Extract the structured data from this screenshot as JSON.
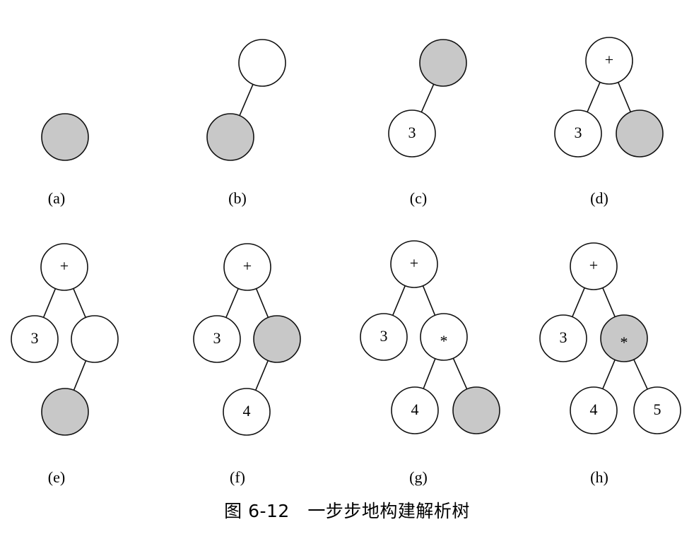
{
  "colors": {
    "filled": "#c8c8c8",
    "empty": "#ffffff",
    "stroke": "#111111"
  },
  "panels": [
    {
      "id": "a",
      "label": "(a)",
      "nodes": [
        {
          "id": "n1",
          "text": "",
          "filled": true
        }
      ],
      "edges": []
    },
    {
      "id": "b",
      "label": "(b)",
      "nodes": [
        {
          "id": "root",
          "text": "",
          "filled": false
        },
        {
          "id": "left",
          "text": "",
          "filled": true
        }
      ],
      "edges": [
        [
          "root",
          "left"
        ]
      ]
    },
    {
      "id": "c",
      "label": "(c)",
      "nodes": [
        {
          "id": "root",
          "text": "",
          "filled": true
        },
        {
          "id": "left",
          "text": "3",
          "filled": false
        }
      ],
      "edges": [
        [
          "root",
          "left"
        ]
      ]
    },
    {
      "id": "d",
      "label": "(d)",
      "nodes": [
        {
          "id": "root",
          "text": "+",
          "filled": false
        },
        {
          "id": "left",
          "text": "3",
          "filled": false
        },
        {
          "id": "right",
          "text": "",
          "filled": true
        }
      ],
      "edges": [
        [
          "root",
          "left"
        ],
        [
          "root",
          "right"
        ]
      ]
    },
    {
      "id": "e",
      "label": "(e)",
      "nodes": [
        {
          "id": "root",
          "text": "+",
          "filled": false
        },
        {
          "id": "left",
          "text": "3",
          "filled": false
        },
        {
          "id": "right",
          "text": "",
          "filled": false
        },
        {
          "id": "right-left",
          "text": "",
          "filled": true
        }
      ],
      "edges": [
        [
          "root",
          "left"
        ],
        [
          "root",
          "right"
        ],
        [
          "right",
          "right-left"
        ]
      ]
    },
    {
      "id": "f",
      "label": "(f)",
      "nodes": [
        {
          "id": "root",
          "text": "+",
          "filled": false
        },
        {
          "id": "left",
          "text": "3",
          "filled": false
        },
        {
          "id": "right",
          "text": "",
          "filled": true
        },
        {
          "id": "right-left",
          "text": "4",
          "filled": false
        }
      ],
      "edges": [
        [
          "root",
          "left"
        ],
        [
          "root",
          "right"
        ],
        [
          "right",
          "right-left"
        ]
      ]
    },
    {
      "id": "g",
      "label": "(g)",
      "nodes": [
        {
          "id": "root",
          "text": "+",
          "filled": false
        },
        {
          "id": "left",
          "text": "3",
          "filled": false
        },
        {
          "id": "right",
          "text": "*",
          "filled": false
        },
        {
          "id": "right-left",
          "text": "4",
          "filled": false
        },
        {
          "id": "right-right",
          "text": "",
          "filled": true
        }
      ],
      "edges": [
        [
          "root",
          "left"
        ],
        [
          "root",
          "right"
        ],
        [
          "right",
          "right-left"
        ],
        [
          "right",
          "right-right"
        ]
      ]
    },
    {
      "id": "h",
      "label": "(h)",
      "nodes": [
        {
          "id": "root",
          "text": "+",
          "filled": false
        },
        {
          "id": "left",
          "text": "3",
          "filled": false
        },
        {
          "id": "right",
          "text": "*",
          "filled": true
        },
        {
          "id": "right-left",
          "text": "4",
          "filled": false
        },
        {
          "id": "right-right",
          "text": "5",
          "filled": false
        }
      ],
      "edges": [
        [
          "root",
          "left"
        ],
        [
          "root",
          "right"
        ],
        [
          "right",
          "right-left"
        ],
        [
          "right",
          "right-right"
        ]
      ]
    }
  ],
  "caption": "图 6-12　一步步地构建解析树"
}
